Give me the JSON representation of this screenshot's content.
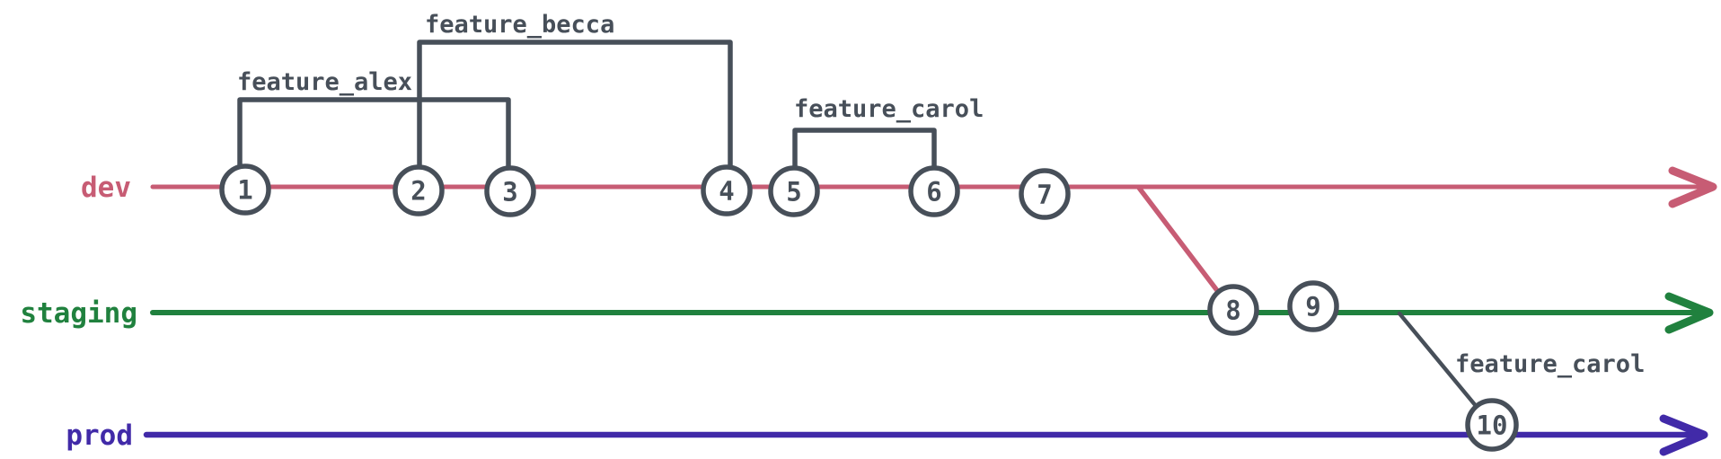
{
  "diagram_type": "git-branch-diagram",
  "colors": {
    "dev": "#c75c74",
    "staging": "#20813e",
    "prod": "#412aa8",
    "ink": "#474f59",
    "commit_fill": "#ffffff",
    "background": "#ffffff"
  },
  "branches": [
    {
      "name": "dev",
      "commit_labels": [
        "1",
        "2",
        "3",
        "4",
        "5",
        "6",
        "7"
      ]
    },
    {
      "name": "staging",
      "commit_labels": [
        "8",
        "9"
      ]
    },
    {
      "name": "prod",
      "commit_labels": [
        "10"
      ]
    }
  ],
  "commits": [
    {
      "label": "1",
      "branch": "dev"
    },
    {
      "label": "2",
      "branch": "dev"
    },
    {
      "label": "3",
      "branch": "dev"
    },
    {
      "label": "4",
      "branch": "dev"
    },
    {
      "label": "5",
      "branch": "dev"
    },
    {
      "label": "6",
      "branch": "dev"
    },
    {
      "label": "7",
      "branch": "dev"
    },
    {
      "label": "8",
      "branch": "staging"
    },
    {
      "label": "9",
      "branch": "staging"
    },
    {
      "label": "10",
      "branch": "prod"
    }
  ],
  "features": [
    {
      "label": "feature_alex",
      "branch": "dev",
      "from_commit": "1",
      "to_commit": "3"
    },
    {
      "label": "feature_becca",
      "branch": "dev",
      "from_commit": "2",
      "to_commit": "4"
    },
    {
      "label": "feature_carol",
      "branch": "dev",
      "from_commit": "5",
      "to_commit": "6"
    },
    {
      "label": "feature_carol",
      "branch": "staging",
      "to_branch": "prod",
      "to_commit": "10"
    }
  ],
  "merges": [
    {
      "from_branch": "dev",
      "to_branch": "staging",
      "at_commit": "8"
    }
  ]
}
